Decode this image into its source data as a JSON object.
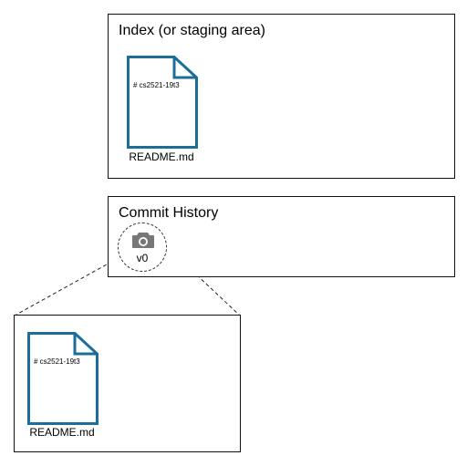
{
  "index": {
    "title": "Index (or staging area)",
    "file": {
      "content": "# cs2521-19t3",
      "name": "README.md"
    }
  },
  "history": {
    "title": "Commit History",
    "commit": {
      "label": "v0",
      "icon": "camera-icon"
    }
  },
  "snapshot": {
    "file": {
      "content": "# cs2521-19t3",
      "name": "README.md"
    }
  },
  "colors": {
    "file_stroke": "#1b6e9a",
    "camera": "#777777",
    "border": "#111111"
  }
}
